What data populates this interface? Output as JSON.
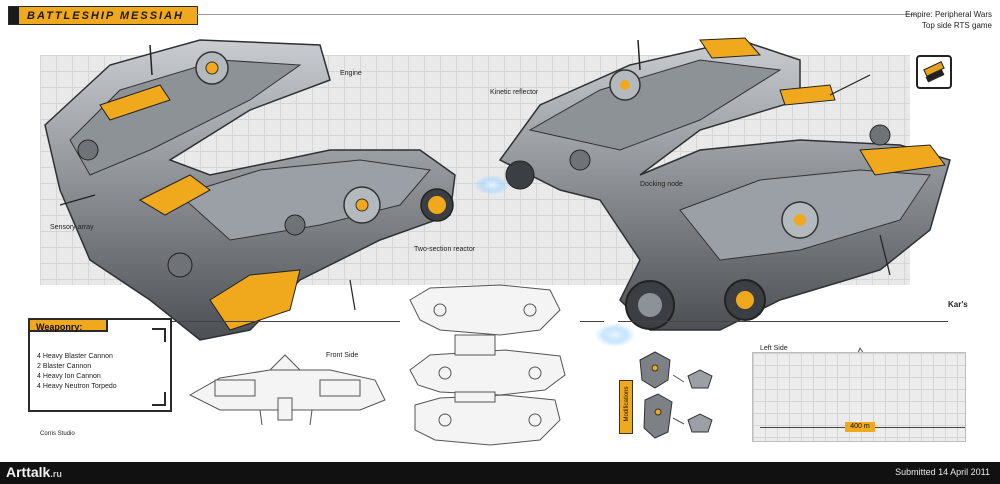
{
  "title": "BATTLESHIP MESSIAH",
  "info": {
    "line1": "Empire: Peripheral Wars",
    "line2": "Top side RTS game"
  },
  "labels": {
    "engine": "Engine",
    "kinetic": "Kinetic reflector",
    "sensory": "Sensory array",
    "reactor": "Two-section reactor",
    "docking": "Docking node",
    "front_side": "Front Side",
    "left_side": "Left Side",
    "modifications": "Modifications",
    "dimension": "400 m"
  },
  "weaponry": {
    "header": "Weaponry:",
    "items": [
      "4 Heavy Blaster Cannon",
      "2 Blaster Cannon",
      "4 Heavy Ion Cannon",
      "4 Heavy Neutron Torpedo"
    ]
  },
  "studio": "Corris Studio",
  "signature": "Kar's",
  "footer": {
    "logo": "Arttalk",
    "logo_suffix": ".ru",
    "submitted": "Submitted 14 April 2011"
  },
  "colors": {
    "accent": "#f0a81c",
    "hull": "#5b5f63",
    "footer": "#111111"
  },
  "icons": [
    "ship-emblem-icon",
    "engine-glow-icon"
  ]
}
